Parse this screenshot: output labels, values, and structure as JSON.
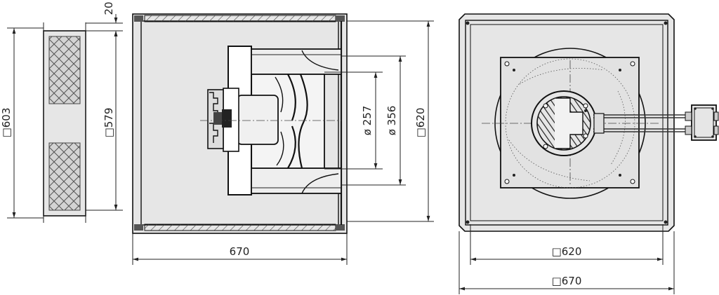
{
  "dimensions": {
    "filter_gap": "20",
    "filter_height": "□603",
    "filter_inner": "□579",
    "side_width": "670",
    "inner_diameter": "ø 257",
    "outer_diameter": "ø 356",
    "side_height": "□620",
    "front_inner_width": "□620",
    "front_outer_width": "□670"
  },
  "colors": {
    "panel_fill": "#e6e6e6",
    "mesh_fill": "#d4d4d4",
    "line": "#111111"
  }
}
